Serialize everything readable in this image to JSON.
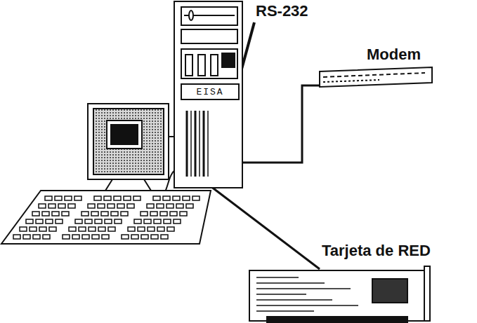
{
  "diagram": {
    "nodes": [
      {
        "text": [
          "EISA"
        ]
      }
    ],
    "labels": [
      "RS-232",
      "Modem",
      "Tarjeta de RED"
    ]
  }
}
